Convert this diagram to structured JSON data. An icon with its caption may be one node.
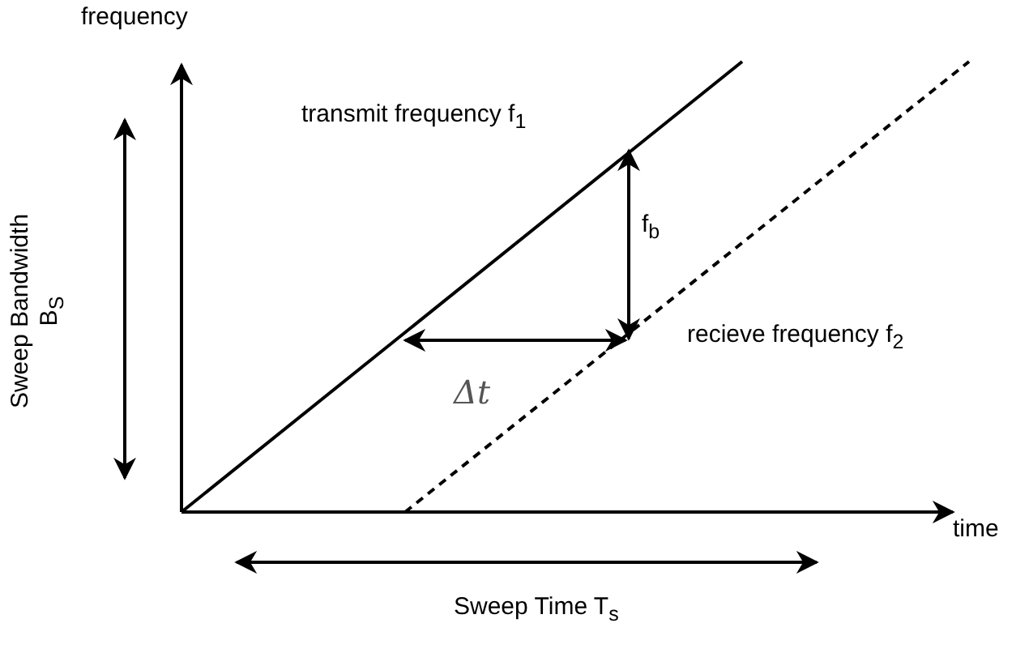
{
  "diagram": {
    "labels": [
      "frequency",
      "transmit frequency f$_{1}$",
      "Sweep Bandwidth B$_{S}$",
      "f$_{b}$",
      "recieve frequency f$_{2}$",
      "Δt",
      "time",
      "Sweep Time T$_{s}$"
    ]
  }
}
